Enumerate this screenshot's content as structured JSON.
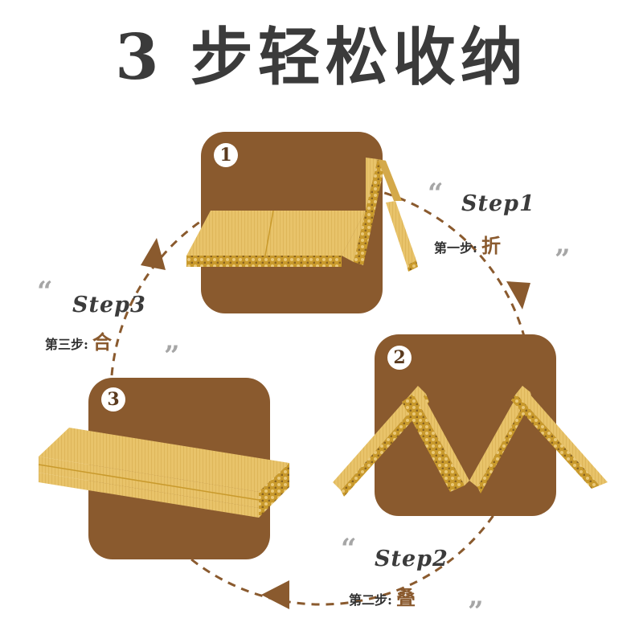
{
  "title": "3 步轻松收纳",
  "colors": {
    "panel": "#8a5a2e",
    "mat_top": "#e8c36a",
    "mat_edge": "#c99a2c",
    "arrow": "#8a5a2e",
    "title": "#3b3b3b"
  },
  "panels": [
    {
      "badge": "1"
    },
    {
      "badge": "2"
    },
    {
      "badge": "3"
    }
  ],
  "steps": [
    {
      "title": "Step1",
      "label": "第一步:",
      "action": "折",
      "open_quote": "“",
      "close_quote": "”"
    },
    {
      "title": "Step2",
      "label": "第二步:",
      "action": "叠",
      "open_quote": "“",
      "close_quote": "”"
    },
    {
      "title": "Step3",
      "label": "第三步:",
      "action": "合",
      "open_quote": "“",
      "close_quote": "”"
    }
  ]
}
